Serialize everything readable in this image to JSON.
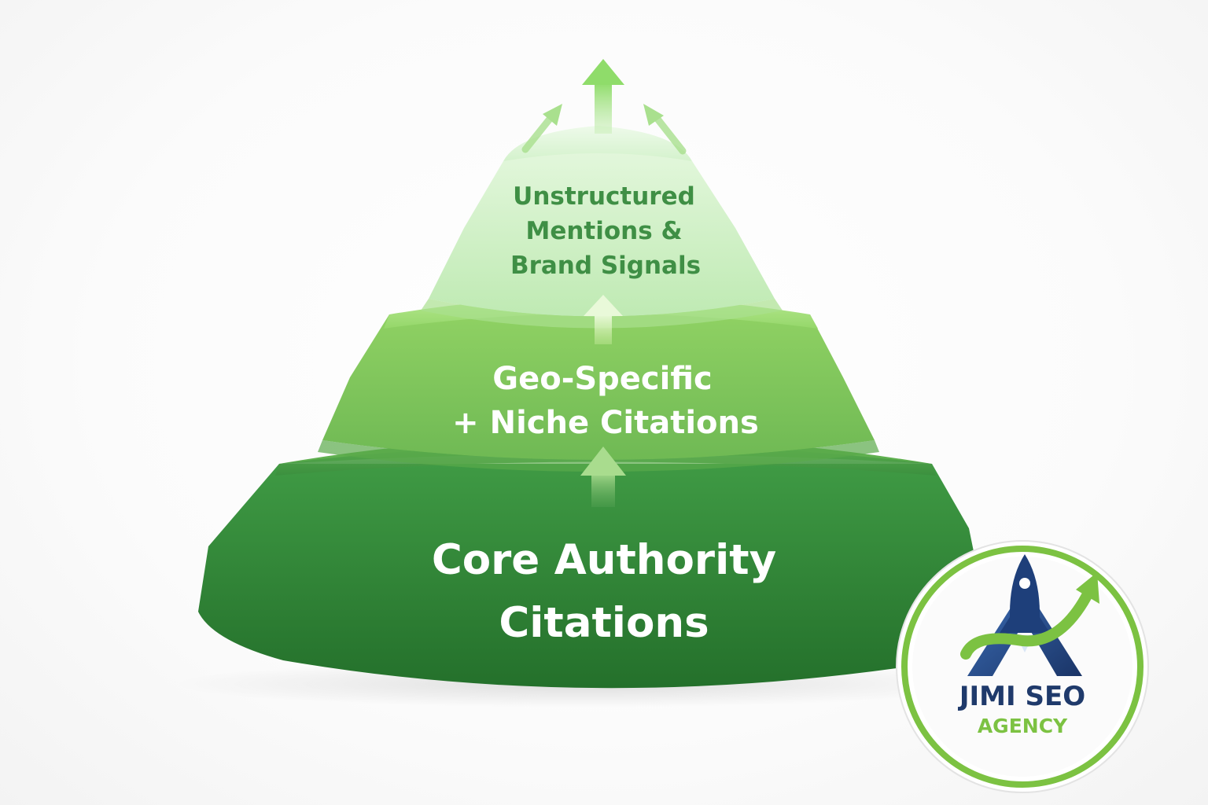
{
  "tiers": {
    "top": {
      "lines": [
        "Unstructured",
        "Mentions &",
        "Brand Signals"
      ],
      "color": "#3f8f45"
    },
    "middle": {
      "lines": [
        "Geo-Specific",
        "+ Niche Citations"
      ],
      "color": "#ffffff"
    },
    "bottom": {
      "lines": [
        "Core Authority",
        "Citations"
      ],
      "color": "#ffffff"
    }
  },
  "logo": {
    "name": "JIMI SEO",
    "tagline": "AGENCY",
    "name_color": "#1f3a6b",
    "tagline_color": "#7cc242",
    "ring_color": "#7cc242"
  },
  "palette": {
    "dark_green": "#2e7d32",
    "mid_green": "#7ac74f",
    "light_green": "#c9f0c0"
  }
}
